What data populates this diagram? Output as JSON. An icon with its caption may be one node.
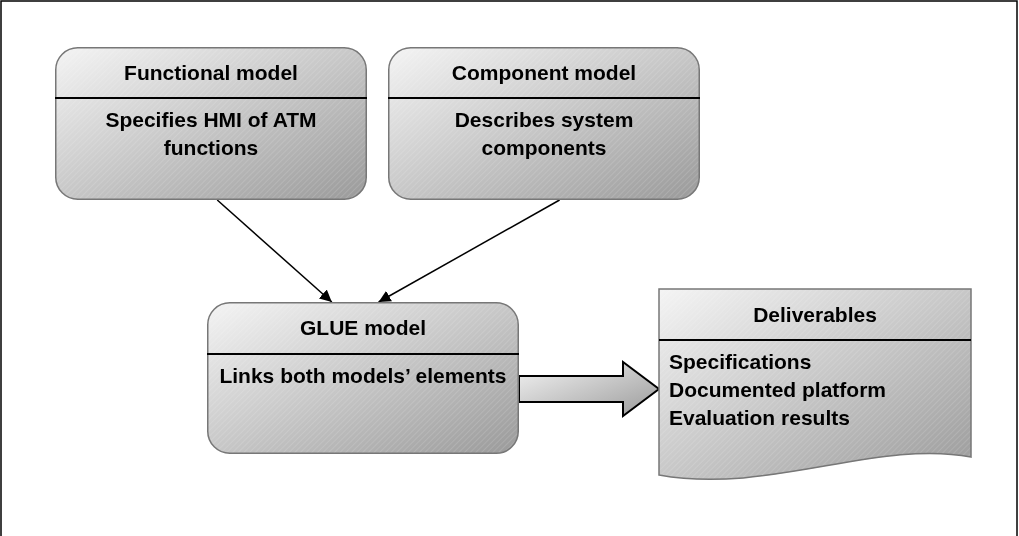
{
  "diagram": {
    "nodes": [
      {
        "text": [
          "Functional model",
          "Specifies HMI of ATM functions"
        ]
      },
      {
        "text": [
          "Component model",
          "Describes system components"
        ]
      },
      {
        "text": [
          "GLUE model",
          "Links both models’ elements"
        ]
      },
      {
        "text": [
          "Deliverables",
          "Specifications",
          "Documented platform",
          "Evaluation results"
        ]
      }
    ],
    "edges": [
      {
        "from": 0,
        "to": 2,
        "arrow": "to"
      },
      {
        "from": 1,
        "to": 2,
        "arrow": "to"
      },
      {
        "from": 2,
        "to": 3,
        "arrow": "to",
        "style": "thick"
      }
    ]
  }
}
